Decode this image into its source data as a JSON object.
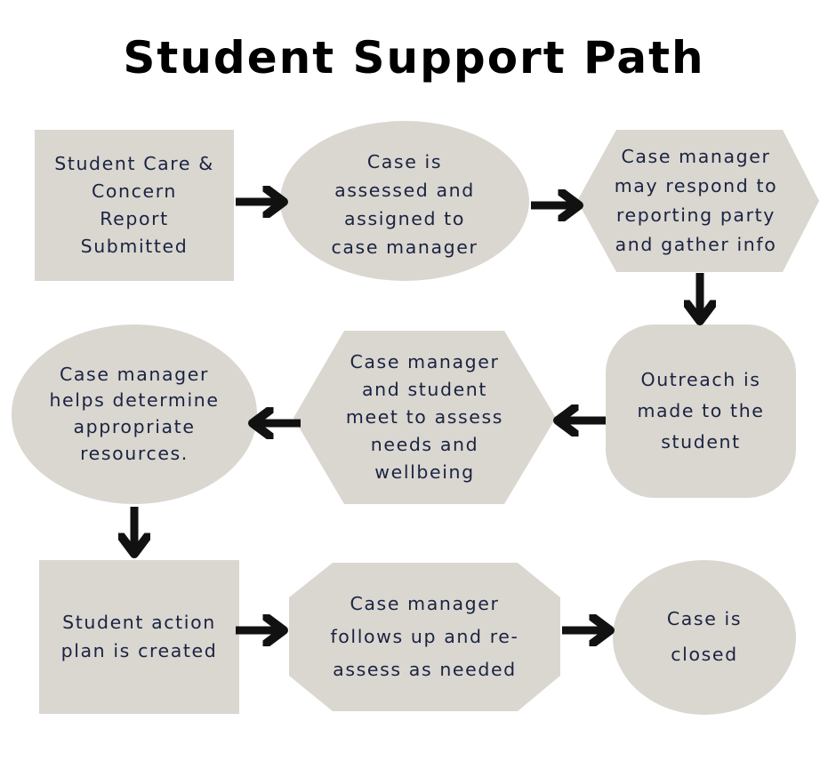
{
  "title": "Student Support Path",
  "colors": {
    "shape_fill": "#dad7d1",
    "text": "#1a2340",
    "arrow": "#111111",
    "title": "#000000"
  },
  "steps": [
    {
      "text": "Student Care &\nConcern\nReport\nSubmitted",
      "shape": "rectangle"
    },
    {
      "text": "Case is\nassessed and\nassigned to\ncase manager",
      "shape": "ellipse"
    },
    {
      "text": "Case manager\nmay respond to\nreporting party\nand gather info",
      "shape": "hexagon"
    },
    {
      "text": "Outreach is\nmade to the\nstudent",
      "shape": "rounded-rectangle"
    },
    {
      "text": "Case manager\nand student\nmeet to assess\nneeds and\nwellbeing",
      "shape": "hexagon"
    },
    {
      "text": "Case manager\nhelps determine\nappropriate\nresources.",
      "shape": "ellipse"
    },
    {
      "text": "Student action\nplan is created",
      "shape": "rectangle"
    },
    {
      "text": "Case manager\nfollows up and re-\nassess as needed",
      "shape": "octagon"
    },
    {
      "text": "Case is\nclosed",
      "shape": "ellipse"
    }
  ]
}
